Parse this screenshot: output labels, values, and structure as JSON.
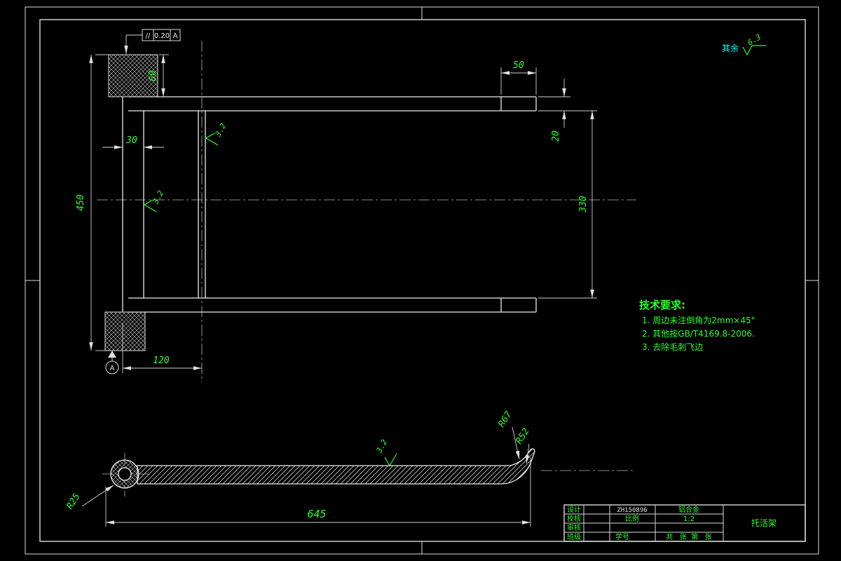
{
  "dims": {
    "d450": "450",
    "d60": "60",
    "d30": "30",
    "d50": "50",
    "d20": "20",
    "d330": "330",
    "d120": "120",
    "d645": "645",
    "r25": "R25",
    "r67": "R67",
    "r52": "R52"
  },
  "roughness": {
    "r32_a": "3.2",
    "r32_b": "3.2",
    "r32_c": "3.2",
    "general_label": "其余",
    "general_value": "6.3"
  },
  "tolerance": {
    "symbol": "//",
    "value": "0.20",
    "datum": "A"
  },
  "datum": {
    "label": "A"
  },
  "tech": {
    "title": "技术要求:",
    "items": [
      "1. 周边未注倒角为2mm×45°",
      "2. 其他按GB/T4169.8-2006.",
      "3. 去除毛刺飞边"
    ]
  },
  "title_block": {
    "design": "设计",
    "check": "校核",
    "review": "审核",
    "class": "班级",
    "student_id": "学号",
    "drawing_no": "ZH150896",
    "material": "铝合金",
    "scale_label": "比例",
    "scale_value": "1:2",
    "sheet": "共   张  第   张",
    "part_name": "托活架"
  }
}
